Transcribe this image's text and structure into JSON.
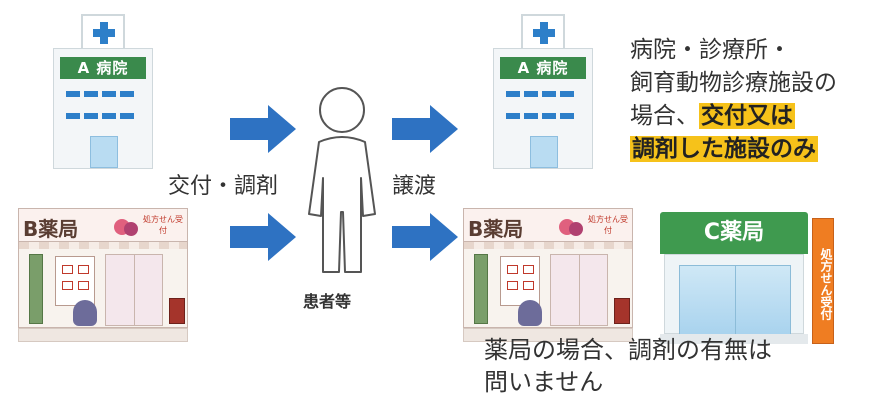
{
  "hospital_sign": "A 病院",
  "pharmacy_b_sign": "B薬局",
  "pharmacy_b_small": "処方せん受付",
  "pharmacy_c_sign": "C薬局",
  "pharmacy_c_banner": "処方せん受付",
  "arrow_label_left": "交付・調剤",
  "arrow_label_right": "譲渡",
  "person_label": "患者等",
  "hospital_note": {
    "line1": "病院・診療所・",
    "line2": "飼育動物診療施設の",
    "line3_prefix": "場合、",
    "line3_highlight": "交付又は",
    "line4_highlight": "調剤した施設のみ"
  },
  "pharmacy_note": {
    "line1": "薬局の場合、調剤の有無は",
    "line2": "問いません"
  },
  "colors": {
    "arrow": "#2e72c2",
    "hospital_sign": "#3a8a4c",
    "pharmacy_c_sign": "#3f9a4f",
    "highlight": "#f6c21a",
    "banner": "#ef7d22"
  }
}
